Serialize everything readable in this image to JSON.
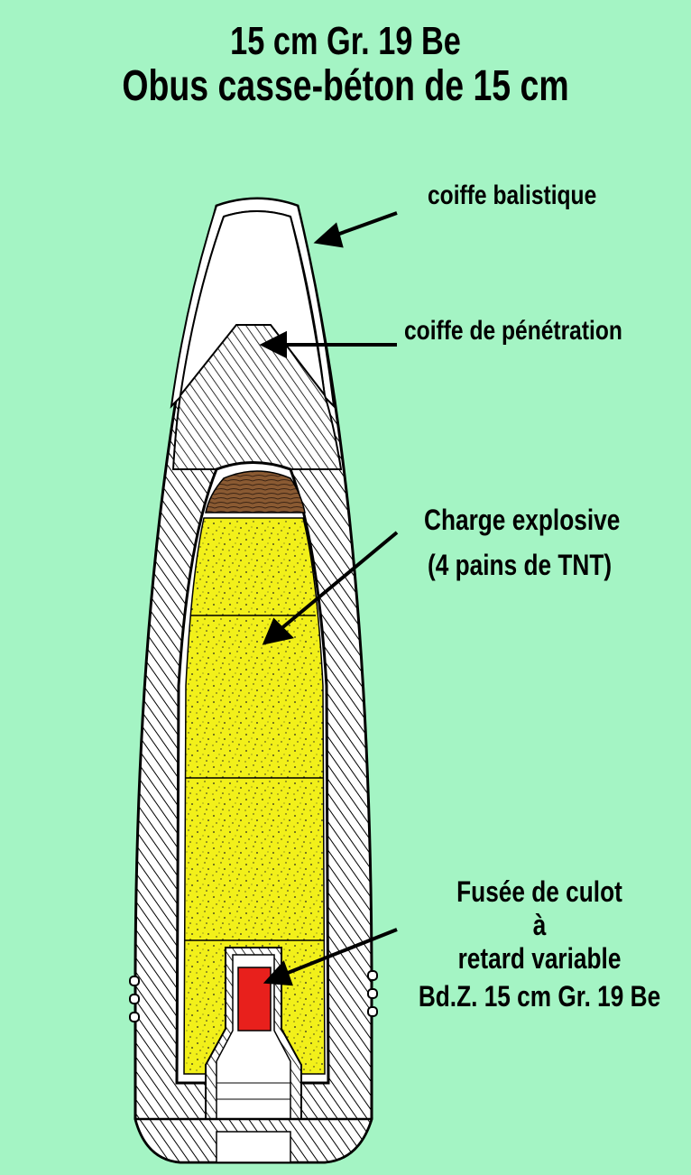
{
  "title": {
    "line1": "15 cm Gr. 19 Be",
    "line2": "Obus casse-béton de 15 cm"
  },
  "labels": {
    "ballistic_cap": "coiffe balistique",
    "penetration_cap": "coiffe de pénétration",
    "charge_line1": "Charge explosive",
    "charge_line2": "(4 pains de TNT)",
    "fuze_line1": "Fusée de culot",
    "fuze_line2": "à",
    "fuze_line3": "retard variable",
    "fuze_line4": "Bd.Z. 15 cm Gr. 19 Be"
  },
  "colors": {
    "background": "#a4f4c4",
    "explosive": "#f2f01a",
    "fuze": "#e8201c",
    "wood": "#8a5a32",
    "steel_hatch": "#000000",
    "ballistic_cap_fill": "#ffffff"
  }
}
